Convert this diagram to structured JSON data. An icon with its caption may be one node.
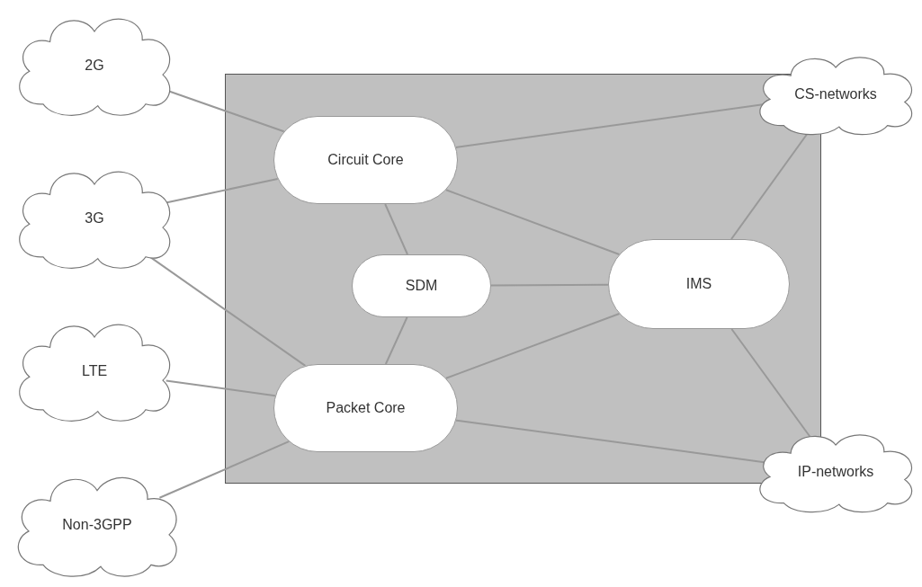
{
  "diagram": {
    "nodes": [
      {
        "text": [],
        "shape": "box"
      },
      {
        "text": [
          "Circuit Core"
        ],
        "in": 0
      },
      {
        "text": [
          "SDM"
        ],
        "in": 0
      },
      {
        "text": [
          "Packet Core"
        ],
        "in": 0
      },
      {
        "text": [
          "IMS"
        ],
        "in": 0
      },
      {
        "text": [
          "2G"
        ]
      },
      {
        "text": [
          "3G"
        ]
      },
      {
        "text": [
          "LTE"
        ]
      },
      {
        "text": [
          "Non-3GPP"
        ]
      },
      {
        "text": [
          "CS-networks"
        ]
      },
      {
        "text": [
          "IP-networks"
        ]
      }
    ],
    "edges": [
      {
        "from": 5,
        "to": 1,
        "arrow": "none"
      },
      {
        "from": 6,
        "to": 1,
        "arrow": "none"
      },
      {
        "from": 6,
        "to": 3,
        "arrow": "none"
      },
      {
        "from": 7,
        "to": 3,
        "arrow": "none"
      },
      {
        "from": 8,
        "to": 3,
        "arrow": "none"
      },
      {
        "from": 1,
        "to": 2,
        "arrow": "none"
      },
      {
        "from": 2,
        "to": 3,
        "arrow": "none"
      },
      {
        "from": 2,
        "to": 4,
        "arrow": "none"
      },
      {
        "from": 1,
        "to": 4,
        "arrow": "none"
      },
      {
        "from": 3,
        "to": 4,
        "arrow": "none"
      },
      {
        "from": 1,
        "to": 9,
        "arrow": "none"
      },
      {
        "from": 4,
        "to": 9,
        "arrow": "none"
      },
      {
        "from": 4,
        "to": 10,
        "arrow": "none"
      },
      {
        "from": 3,
        "to": 10,
        "arrow": "none"
      }
    ]
  }
}
